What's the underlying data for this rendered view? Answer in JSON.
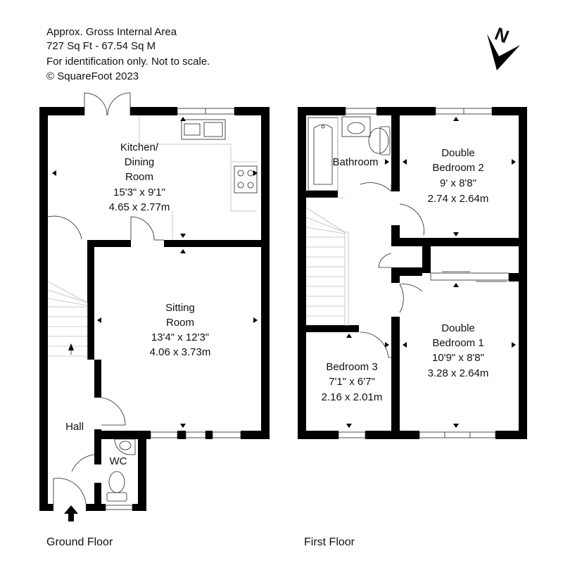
{
  "header": {
    "line1": "Approx. Gross Internal Area",
    "line2": "727 Sq Ft  -  67.54 Sq M",
    "line3": "For identification only. Not to scale.",
    "line4": "© SquareFoot 2023"
  },
  "compass": {
    "label": "N"
  },
  "ground_floor": {
    "label": "Ground Floor",
    "kitchen": {
      "name1": "Kitchen/",
      "name2": "Dining",
      "name3": "Room",
      "imperial": "15'3\" x 9'1\"",
      "metric": "4.65 x 2.77m"
    },
    "sitting": {
      "name1": "Sitting",
      "name2": "Room",
      "imperial": "13'4\" x 12'3\"",
      "metric": "4.06 x 3.73m"
    },
    "hall": {
      "name": "Hall"
    },
    "wc": {
      "name": "WC"
    }
  },
  "first_floor": {
    "label": "First Floor",
    "bathroom": {
      "name": "Bathroom"
    },
    "bedroom2": {
      "name1": "Double",
      "name2": "Bedroom 2",
      "imperial": "9' x 8'8\"",
      "metric": "2.74 x 2.64m"
    },
    "bedroom1": {
      "name1": "Double",
      "name2": "Bedroom 1",
      "imperial": "10'9\" x 8'8\"",
      "metric": "3.28 x 2.64m"
    },
    "bedroom3": {
      "name1": "Bedroom 3",
      "imperial": "7'1\" x 6'7\"",
      "metric": "2.16 x 2.01m"
    }
  }
}
